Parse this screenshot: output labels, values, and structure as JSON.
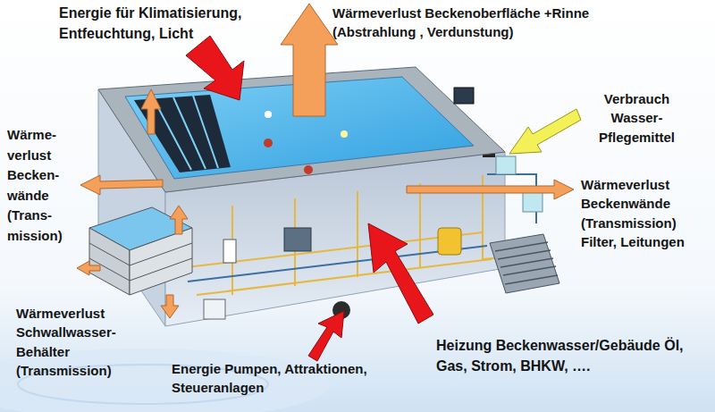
{
  "diagram": {
    "labels": [
      "Energie für Klimatisierung, Entfeuchtung, Licht",
      "Wärmeverlust Beckenoberfläche +Rinne (Abstrahlung , Verdunstung)",
      "Wärme- verlust Becken- wände (Trans- mission)",
      "Verbrauch Wasser- Pflegemittel",
      "Wärmeverlust Beckenwände (Transmission) Filter, Leitungen",
      "Wärmeverlust Schwallwasser- Behälter (Transmission)",
      "Energie Pumpen, Attraktionen, Steueranlagen",
      "Heizung Beckenwasser/Gebäude Öl, Gas, Strom, BHKW, …."
    ]
  }
}
